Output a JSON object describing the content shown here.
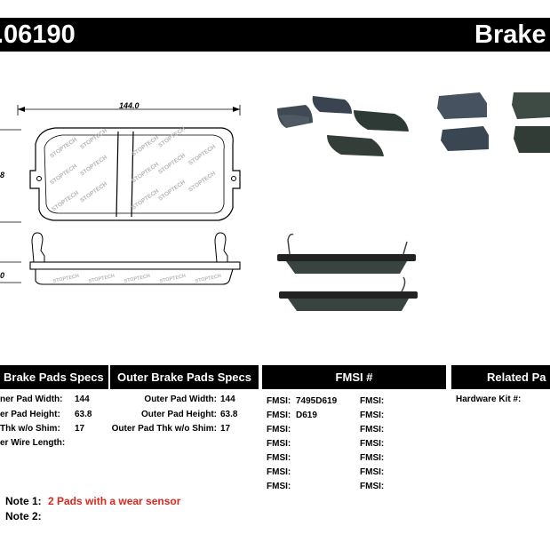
{
  "header": {
    "part_number": ".06190",
    "title": "Brake P"
  },
  "dimensions": {
    "width": "144.0",
    "height_partial": "8",
    "thickness_partial": "0"
  },
  "stamp_text": "STOPTECH",
  "columns": {
    "inner": "Brake Pads Specs",
    "outer": "Outer Brake Pads Specs",
    "fmsi": "FMSI #",
    "related": "Related Pa"
  },
  "inner_specs": [
    {
      "label": "ner Pad Width:",
      "value": "144"
    },
    {
      "label": "er Pad Height:",
      "value": "63.8"
    },
    {
      "label": "Thk w/o Shim:",
      "value": "17"
    },
    {
      "label": "er Wire Length:",
      "value": ""
    }
  ],
  "outer_specs": [
    {
      "label": "Outer Pad Width:",
      "value": "144"
    },
    {
      "label": "Outer Pad Height:",
      "value": "63.8"
    },
    {
      "label": "Outer Pad Thk w/o Shim:",
      "value": "17"
    }
  ],
  "fmsi_left": [
    {
      "label": "FMSI:",
      "value": "7495D619"
    },
    {
      "label": "FMSI:",
      "value": "D619"
    },
    {
      "label": "FMSI:",
      "value": ""
    },
    {
      "label": "FMSI:",
      "value": ""
    },
    {
      "label": "FMSI:",
      "value": ""
    },
    {
      "label": "FMSI:",
      "value": ""
    },
    {
      "label": "FMSI:",
      "value": ""
    }
  ],
  "fmsi_right": [
    {
      "label": "FMSI:"
    },
    {
      "label": "FMSI:"
    },
    {
      "label": "FMSI:"
    },
    {
      "label": "FMSI:"
    },
    {
      "label": "FMSI:"
    },
    {
      "label": "FMSI:"
    },
    {
      "label": "FMSI:"
    }
  ],
  "related": {
    "hardware_label": "Hardware Kit #:"
  },
  "notes": [
    {
      "label": "Note 1:",
      "value": "2 Pads with a wear sensor"
    },
    {
      "label": "Note 2:",
      "value": ""
    }
  ]
}
